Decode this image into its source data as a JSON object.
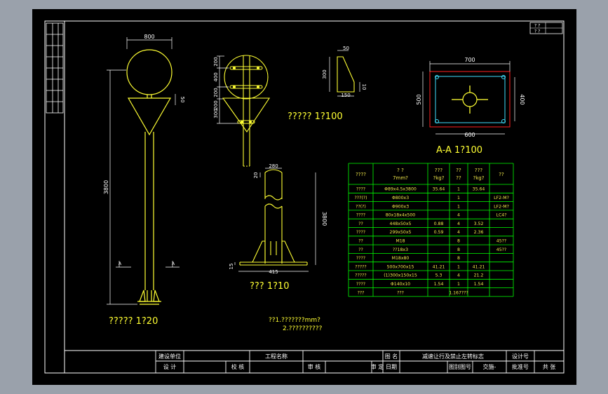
{
  "colors": {
    "background": "#000000",
    "frame": "#ffffff",
    "part": "#ffff33",
    "dim": "#ffffff",
    "table": "#00ff00",
    "table_text": "#f0e84a",
    "red_outline": "#ff2020",
    "cyan": "#40e0ff",
    "title": "#33e03a"
  },
  "views": {
    "front": {
      "label": "????? 1?20",
      "dim_width": "800",
      "dim_height": "3800",
      "dim_side": "50",
      "section_mark": "A"
    },
    "detail1": {
      "label": "????? 1?100",
      "dims": [
        "200",
        "400",
        "200",
        "200",
        "300"
      ]
    },
    "gusset": {
      "dim_top": "50",
      "dim_left": "300",
      "dim_bottom": "150",
      "dim_right": "10"
    },
    "plan": {
      "dim_top": "700",
      "dim_left": "500",
      "dim_right": "400",
      "dim_bottom": "600",
      "label": "A-A   1?100"
    },
    "base": {
      "dim_top": "280",
      "dim_small": "20",
      "dim_height": "3800",
      "dim_bottom": "415",
      "dim_base": "15",
      "label": "???    1?10"
    }
  },
  "notes": [
    "??1.???????mm?",
    "2.??????????"
  ],
  "bom": {
    "headers": [
      "????",
      "? ?\n7mm?",
      "???\n?kg?",
      "??\n??",
      "???\n?kg?",
      "??"
    ],
    "rows": [
      [
        "????",
        "Φ89x4.5x3800",
        "35.64",
        "1",
        "35.64",
        ""
      ],
      [
        "???(?)",
        "Φ800x3",
        "",
        "1",
        "",
        "LF2-M?"
      ],
      [
        "??(?)",
        "Φ900x3",
        "",
        "1",
        "",
        "LF2-M?"
      ],
      [
        "????",
        "80x18x4x500",
        "",
        "4",
        "",
        "LC4?"
      ],
      [
        "??",
        "448x50x5",
        "0.88",
        "4",
        "3.52",
        ""
      ],
      [
        "????",
        "299x50x5",
        "0.59",
        "4",
        "2.36",
        ""
      ],
      [
        "??",
        "M18",
        "",
        "8",
        "",
        "45??"
      ],
      [
        "??",
        "??18x3",
        "",
        "8",
        "",
        "45??"
      ],
      [
        "????",
        "M18x80",
        "",
        "8",
        "",
        ""
      ],
      [
        "?????",
        "500x700x15",
        "41.21",
        "1",
        "41.21",
        ""
      ],
      [
        "?????",
        "(1)300x150x15",
        "5.3",
        "4",
        "21.2",
        ""
      ],
      [
        "????",
        "Φ140x10",
        "1.54",
        "1",
        "1.54",
        ""
      ],
      [
        "???",
        "???",
        "1.167???",
        "",
        "",
        ""
      ]
    ]
  },
  "title_block": {
    "unit_label": "建设单位",
    "project_label": "工程名称",
    "drawing_label": "图   名",
    "drawing_name": "减速让行及禁止左转标志",
    "design_no_label": "设计号",
    "design_label": "设   计",
    "check_label": "校   核",
    "review_label": "审   核",
    "approve_label": "审   定",
    "date_label": "日期",
    "sheet_label": "图别图号",
    "sheet_value": "交施-",
    "copy_label": "共   张",
    "appr_label": "批准号"
  },
  "corner_block": {
    "line1": "? ?",
    "line2": "? ?"
  }
}
